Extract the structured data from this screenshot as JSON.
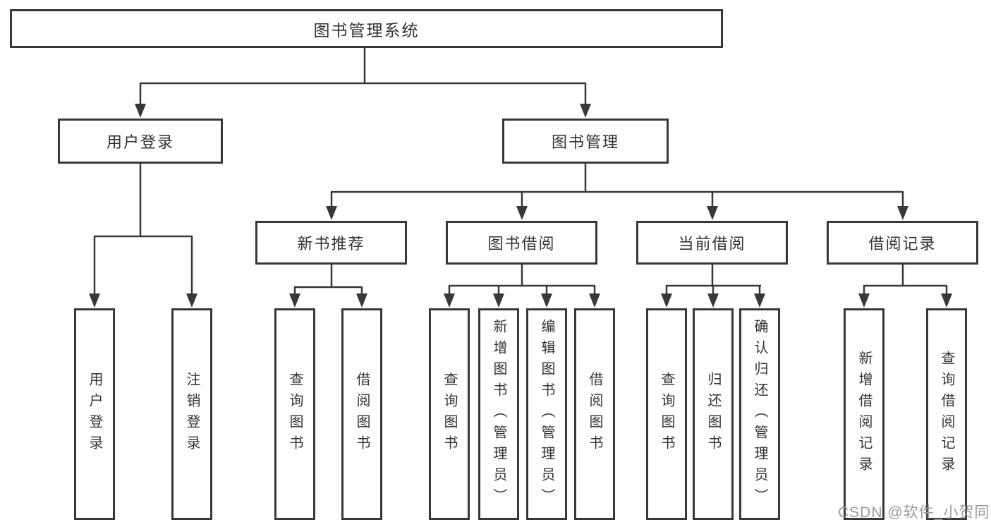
{
  "watermark": "CSDN @软件_小贺同学",
  "colors": {
    "line": "#383838",
    "text": "#333333",
    "box_background": "#ffffff",
    "watermark": "#9a9a9a"
  },
  "tree": {
    "root": {
      "label": "图书管理系统"
    },
    "branches": {
      "user_login": {
        "label": "用户登录",
        "children": {
          "login": "用户登录",
          "logout": "注销登录"
        }
      },
      "book_mgmt": {
        "label": "图书管理",
        "sections": {
          "new_book_rec": {
            "label": "新书推荐",
            "children": {
              "query": "查询图书",
              "borrow": "借阅图书"
            }
          },
          "book_borrow": {
            "label": "图书借阅",
            "children": {
              "query": "查询图书",
              "add": "新增图书（管理员）",
              "edit": "编辑图书（管理员）",
              "borrow": "借阅图书"
            }
          },
          "current_borrow": {
            "label": "当前借阅",
            "children": {
              "query": "查询图书",
              "return": "归还图书",
              "confirm": "确认归还（管理员）"
            }
          },
          "borrow_records": {
            "label": "借阅记录",
            "children": {
              "add": "新增借阅记录",
              "query": "查询借阅记录"
            }
          }
        }
      }
    }
  }
}
